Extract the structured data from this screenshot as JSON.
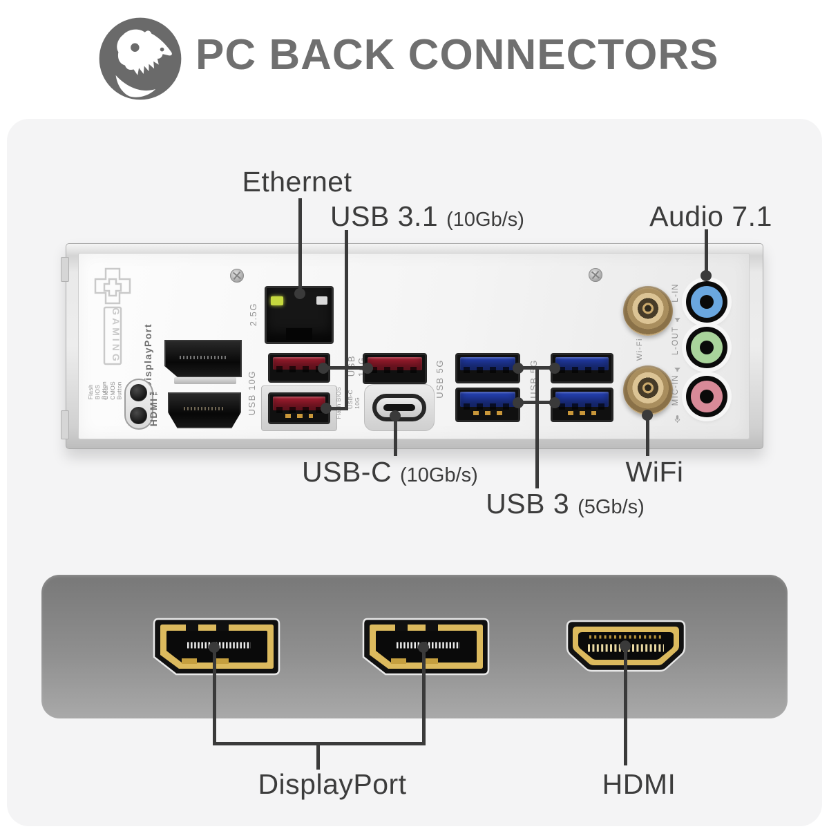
{
  "header": {
    "title": "PC BACK CONNECTORS"
  },
  "callouts": {
    "ethernet": {
      "label": "Ethernet"
    },
    "usb31": {
      "label": "USB 3.1",
      "speed": "(10Gb/s)"
    },
    "audio": {
      "label": "Audio 7.1"
    },
    "usbc": {
      "label": "USB-C",
      "speed": "(10Gb/s)"
    },
    "usb3": {
      "label": "USB 3",
      "speed": "(5Gb/s)"
    },
    "wifi": {
      "label": "WiFi"
    },
    "displayport": {
      "label": "DisplayPort"
    },
    "hdmi": {
      "label": "HDMI"
    }
  },
  "io_panel": {
    "silkscreen": {
      "gaming": "GAMING",
      "displayport": "DisplayPort",
      "hdmi": "HDMI™",
      "flash_bios_button": "Flash\nBIOS\nButton",
      "clear_cmos_button": "Clear\nCMOS\nButton",
      "lan_speed": "2.5G",
      "usb_10g_left": "USB 10G",
      "usb_10g_mid": "USB\n10G",
      "flash_bios": "Flash BIOS",
      "usbc_10g": "USB-C\n10G",
      "usb_5g_left": "USB 5G",
      "usb_5g_right": "USB 5G",
      "wifi": "Wi-Fi",
      "line_in": "L-IN",
      "line_out": "L-OUT",
      "mic_in": "MIC-IN"
    }
  },
  "colors": {
    "line": "#3a3a3a",
    "label": "#3c3c3c",
    "title": "#6f6f6f",
    "panel_bg": "#f4f4f5",
    "usb10g_port": "#a81e31",
    "usb5g_port": "#2440b4",
    "audio_line_in": "#6aa7e0",
    "audio_line_out": "#a9d49b",
    "audio_mic_in": "#d88a98",
    "gold": "#d9b85e"
  }
}
